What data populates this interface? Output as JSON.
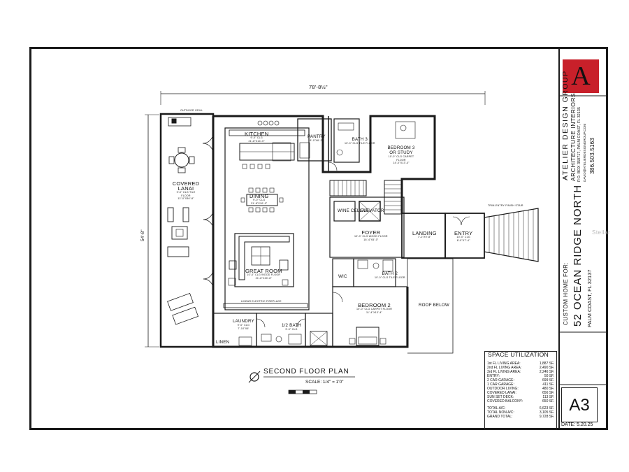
{
  "sheet": {
    "title": "SECOND FLOOR PLAN",
    "scale": "SCALE: 1/4\" = 1'0\"",
    "sheet_number": "A3",
    "date_label": "DATE:",
    "date_value": "5.20.25",
    "watermark": "Stellar"
  },
  "dimensions": {
    "overall_width": "78'-8½\"",
    "overall_depth": "54'-8\""
  },
  "title_block": {
    "logo_letter": "A",
    "firm_name": "ATELIER DESIGN GROUP",
    "firm_tagline": "ARCHITECTURE INTERIORS",
    "firm_address": "P.O. BOX 350717, PALM COAST, FL 32135",
    "firm_email": "DAVID@ATELIERDESIGNGROUP.COM",
    "firm_phone": "386.503.5163",
    "project_prefix": "CUSTOM HOME FOR:",
    "project_name": "52 OCEAN RIDGE NORTH",
    "project_city": "PALM COAST, FL 32137"
  },
  "rooms": {
    "kitchen": {
      "name": "KITCHEN",
      "sub": "9'-0\" CLG",
      "dim": "21'-8\"X14'-0\""
    },
    "pantry": {
      "name": "PANTRY",
      "dim": "8'-0\"X6'-2\""
    },
    "bath3": {
      "name": "BATH 3",
      "sub": "10'-0\" CLG TILE FLOOR"
    },
    "bedroom3": {
      "name": "BEDROOM 3 OR STUDY",
      "sub": "10'-0\" CLG CARPET FLOOR",
      "dim": "14'-0\"X13'-4\""
    },
    "covered_lanai": {
      "name": "COVERED LANAI",
      "sub": "9'-0\" CLG TILE FLOOR",
      "dim": "12'-0\"X36'-8\""
    },
    "dining": {
      "name": "DINING",
      "sub": "9'-0\" CLG",
      "dim": "21'-8\"X10'-0\""
    },
    "great_room": {
      "name": "GREAT ROOM",
      "sub": "10'-0\" CLG WOOD FLOOR",
      "dim": "21'-8\"X20'-8\""
    },
    "foyer": {
      "name": "FOYER",
      "sub": "10'-0\" CLG WOOD FLOOR",
      "dim": "16'-4\"X5'-0\""
    },
    "landing": {
      "name": "LANDING",
      "dim": "7'-2\"X9'-8\""
    },
    "entry": {
      "name": "ENTRY",
      "sub": "10'-0\" CLG",
      "dim": "8'-0\"X7'-4\""
    },
    "elevator": {
      "name": "ELEVATOR"
    },
    "wine_cellar": {
      "name": "WINE CELLAR"
    },
    "wic": {
      "name": "WIC"
    },
    "bath2": {
      "name": "BATH 2",
      "sub": "10'-0\" CLG TILE FLOOR"
    },
    "bedroom2": {
      "name": "BEDROOM 2",
      "sub": "10'-0\" CLG CARPET FLOOR",
      "dim": "11'-4\"X13'-4\""
    },
    "laundry": {
      "name": "LAUNDRY",
      "sub": "9'-0\" CLG",
      "dim": "7'-10\"X6'"
    },
    "half_bath": {
      "name": "1/2 BATH",
      "sub": "9'-0\" CLG"
    },
    "linen": {
      "name": "LINEN"
    },
    "roof_below": {
      "name": "ROOF BELOW"
    },
    "fireplace": {
      "name": "LINEAR ELECTRIC FIREPLACE"
    },
    "outdoor_grill": {
      "name": "OUTDOOR GRILL"
    },
    "finish_stair": {
      "name": "TRIM-ENTRY FINISH STAIR"
    }
  },
  "space_utilization": {
    "title": "SPACE UTILIZATION",
    "rows": [
      {
        "label": "1st FL LIVING AREA:",
        "value": "1,887 SF."
      },
      {
        "label": "2nd FL LIVING AREA:",
        "value": "2,490 SF."
      },
      {
        "label": "3rd FL LIVING AREA:",
        "value": "2,246 SF."
      },
      {
        "label": "ENTRY:",
        "value": "50 SF."
      },
      {
        "label": "2 CAR GARAGE:",
        "value": "699 SF."
      },
      {
        "label": "1 CAR GARAGE:",
        "value": "411 SF."
      },
      {
        "label": "OUTDOOR LIVING:",
        "value": "480 SF."
      },
      {
        "label": "COVERED LANAI:",
        "value": "656 SF."
      },
      {
        "label": "SUN SET DECK:",
        "value": "113 SF."
      },
      {
        "label": "COVERED BALCONY:",
        "value": "650 SF."
      },
      {
        "label": "TOTAL A/C:",
        "value": "6,623 SF."
      },
      {
        "label": "TOTAL NON A/C:",
        "value": "3,105 SF."
      },
      {
        "label": "GRAND TOTAL:",
        "value": "9,728 SF."
      }
    ]
  },
  "colors": {
    "logo_red": "#c8202a",
    "line": "#1a1a1a"
  }
}
